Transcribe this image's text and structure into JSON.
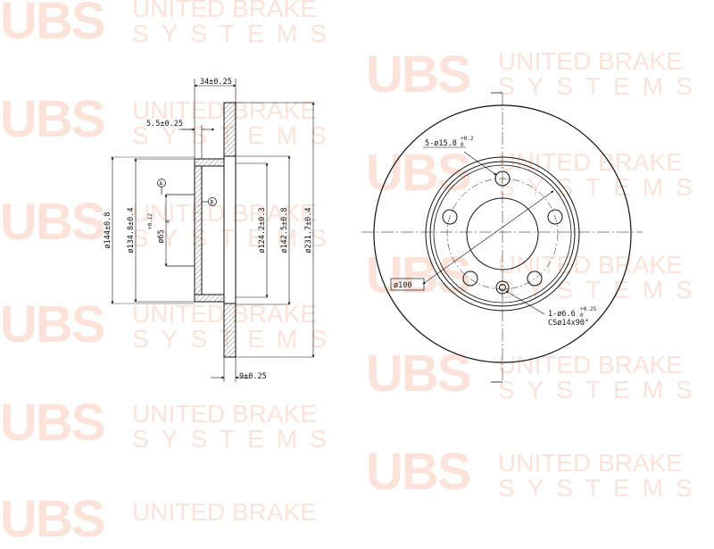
{
  "watermark": {
    "logo": "UBS",
    "line1": "UNITED BRAKE",
    "line2": "SYSTEMS"
  },
  "side_view": {
    "overall_width": "34±0.25",
    "hat_step": "5.5±0.25",
    "disc_thickness": "9±0.25",
    "datum_a": "A",
    "datum_b": "B",
    "dia_144": "ø144±0.8",
    "dia_134": "ø134.8±0.4",
    "dia_65": "ø65",
    "dia_65_tol_upper": "+0.12",
    "dia_65_tol_lower": "0",
    "dia_124": "ø124.2±0.3",
    "dia_142": "ø142.5±0.8",
    "dia_231": "ø231.7±0.4"
  },
  "front_view": {
    "bolt_holes": "5-ø15.8",
    "bolt_holes_tol_upper": "+0.2",
    "bolt_holes_tol_lower": "0",
    "pcd": "ø100",
    "locator_hole": "1-ø6.6",
    "locator_hole_tol_upper": "+0.25",
    "locator_hole_tol_lower": "0",
    "countersink": "CSø14x90°"
  }
}
